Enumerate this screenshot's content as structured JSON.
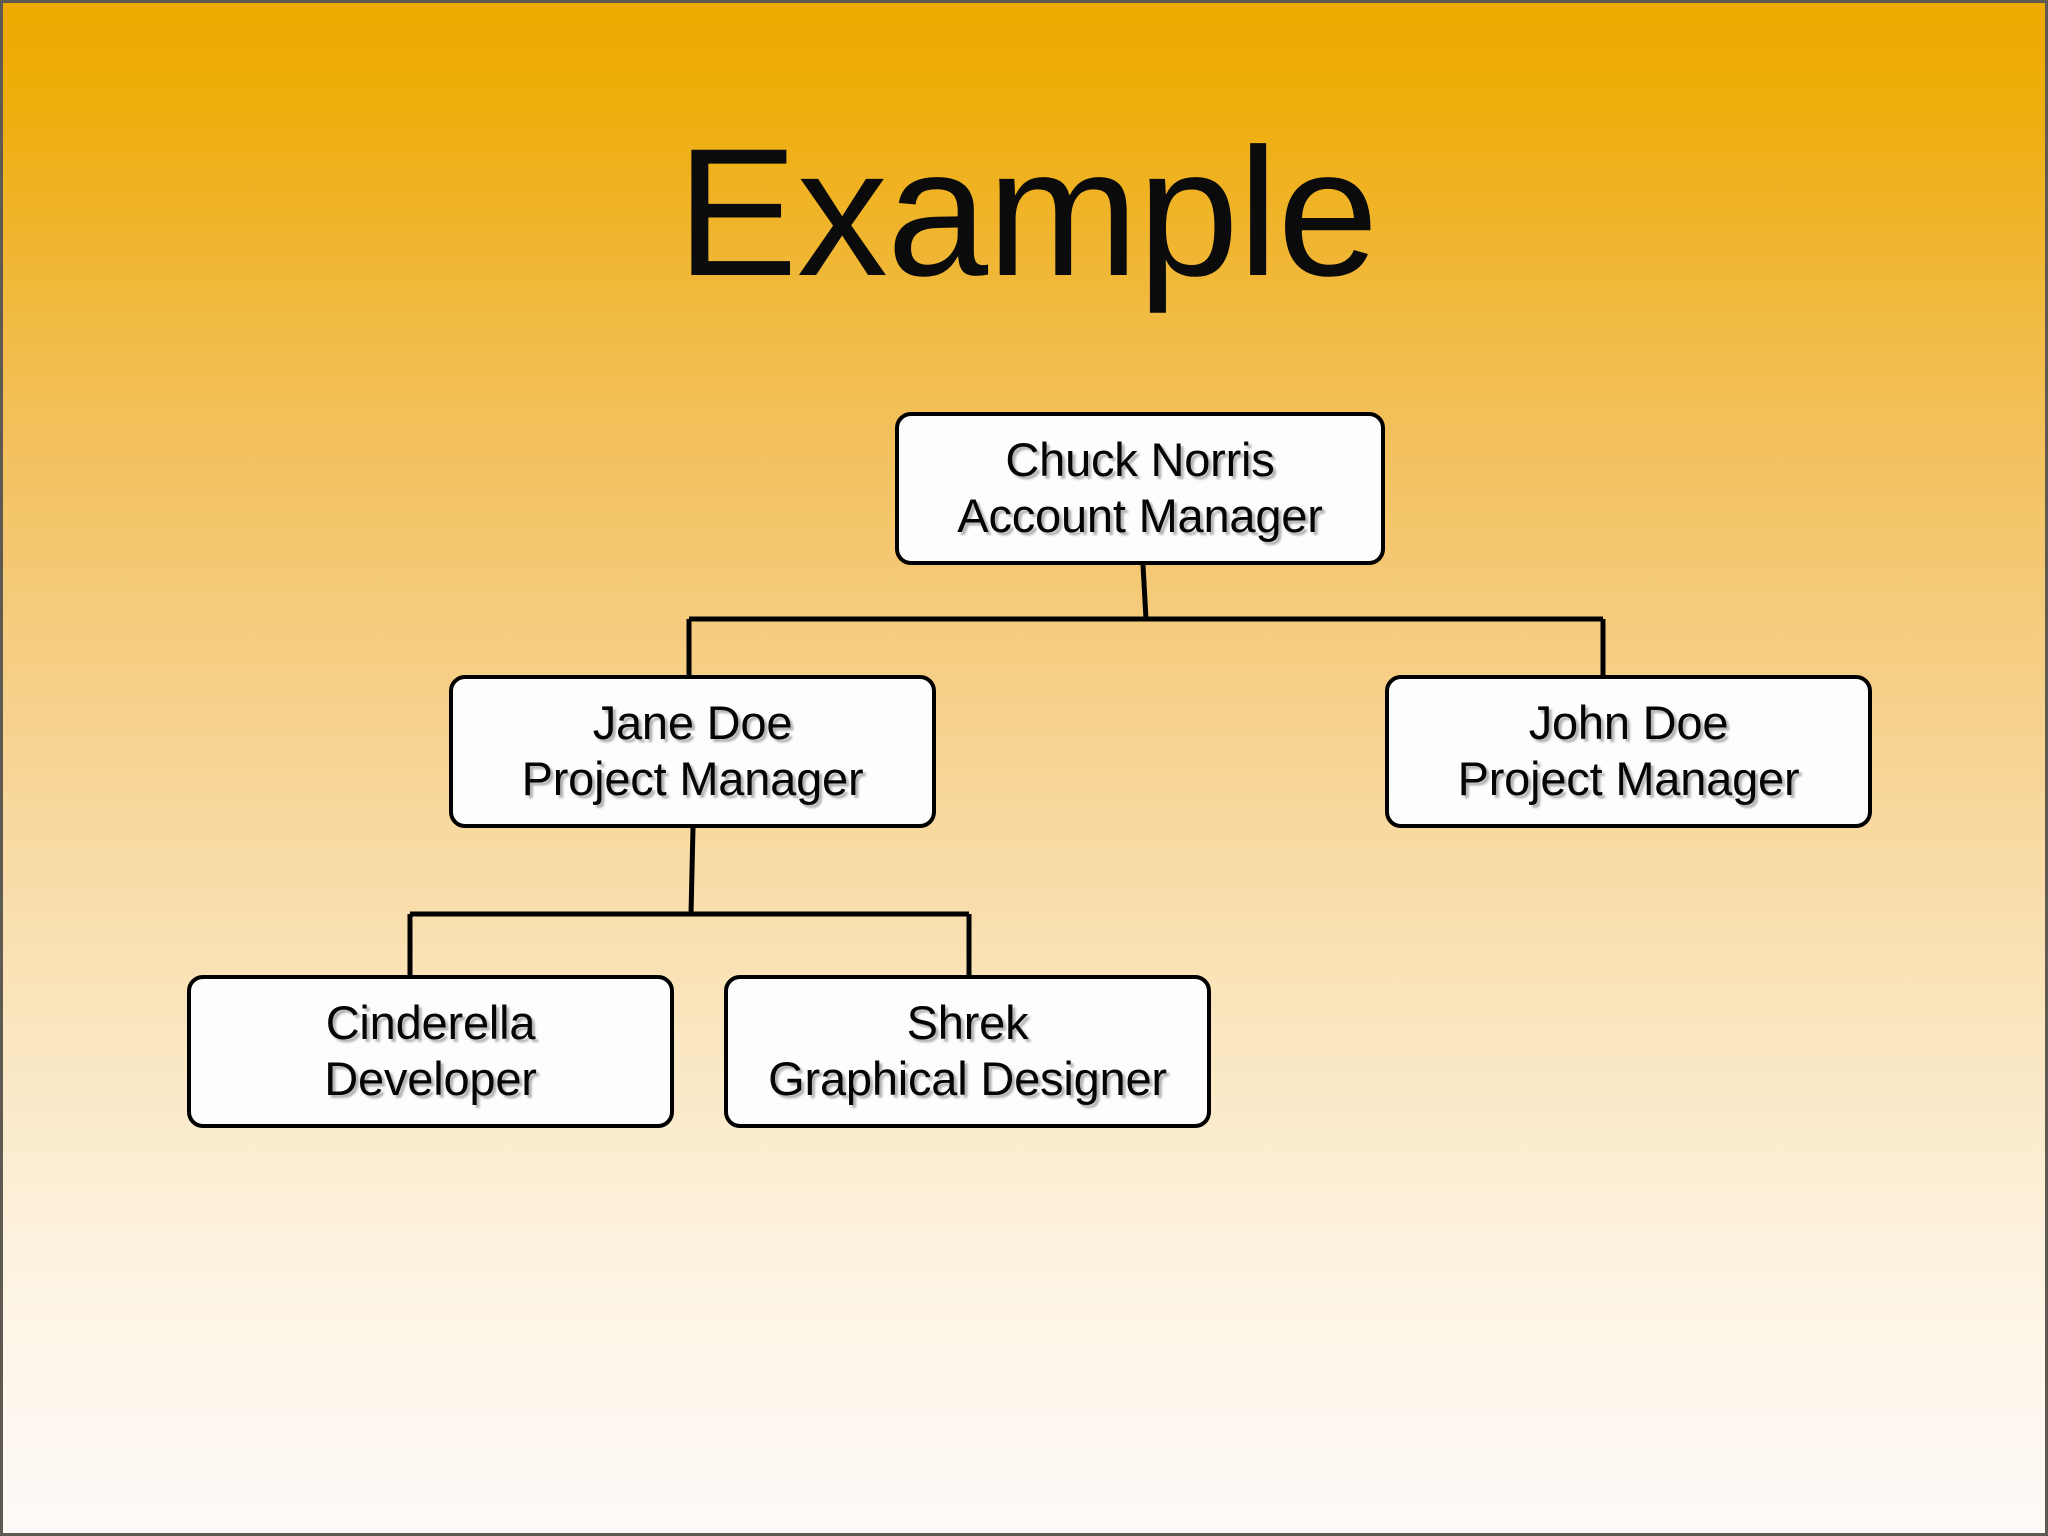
{
  "slide": {
    "title": "Example",
    "background": {
      "top_color": "#EDA900",
      "mid_color": "#F7D28C",
      "bottom_color": "#FFFAF7",
      "frame_color": "#5E5A52"
    },
    "node_style": {
      "fill_color": "#FDFDFC",
      "border_color": "#000000",
      "text_color": "#050505"
    },
    "connector_color": "#000000"
  },
  "chart_data": {
    "type": "org-chart",
    "title": "Example",
    "nodes": [
      {
        "id": "ceo",
        "name": "Chuck Norris",
        "role": "Account Manager",
        "level": 0,
        "parent": null
      },
      {
        "id": "pm-left",
        "name": "Jane Doe",
        "role": "Project Manager",
        "level": 1,
        "parent": "ceo"
      },
      {
        "id": "pm-right",
        "name": "John Doe",
        "role": "Project Manager",
        "level": 1,
        "parent": "ceo"
      },
      {
        "id": "dev",
        "name": "Cinderella",
        "role": "Developer",
        "level": 2,
        "parent": "pm-left"
      },
      {
        "id": "designer",
        "name": "Shrek",
        "role": "Graphical Designer",
        "level": 2,
        "parent": "pm-left"
      }
    ],
    "edges": [
      {
        "from": "ceo",
        "to": "pm-left"
      },
      {
        "from": "ceo",
        "to": "pm-right"
      },
      {
        "from": "pm-left",
        "to": "dev"
      },
      {
        "from": "pm-left",
        "to": "designer"
      }
    ]
  },
  "nodes": {
    "ceo": {
      "name": "Chuck Norris",
      "role": "Account Manager"
    },
    "pm_left": {
      "name": "Jane Doe",
      "role": "Project Manager"
    },
    "pm_right": {
      "name": "John Doe",
      "role": "Project Manager"
    },
    "dev": {
      "name": "Cinderella",
      "role": "Developer"
    },
    "designer": {
      "name": "Shrek",
      "role": "Graphical Designer"
    }
  }
}
